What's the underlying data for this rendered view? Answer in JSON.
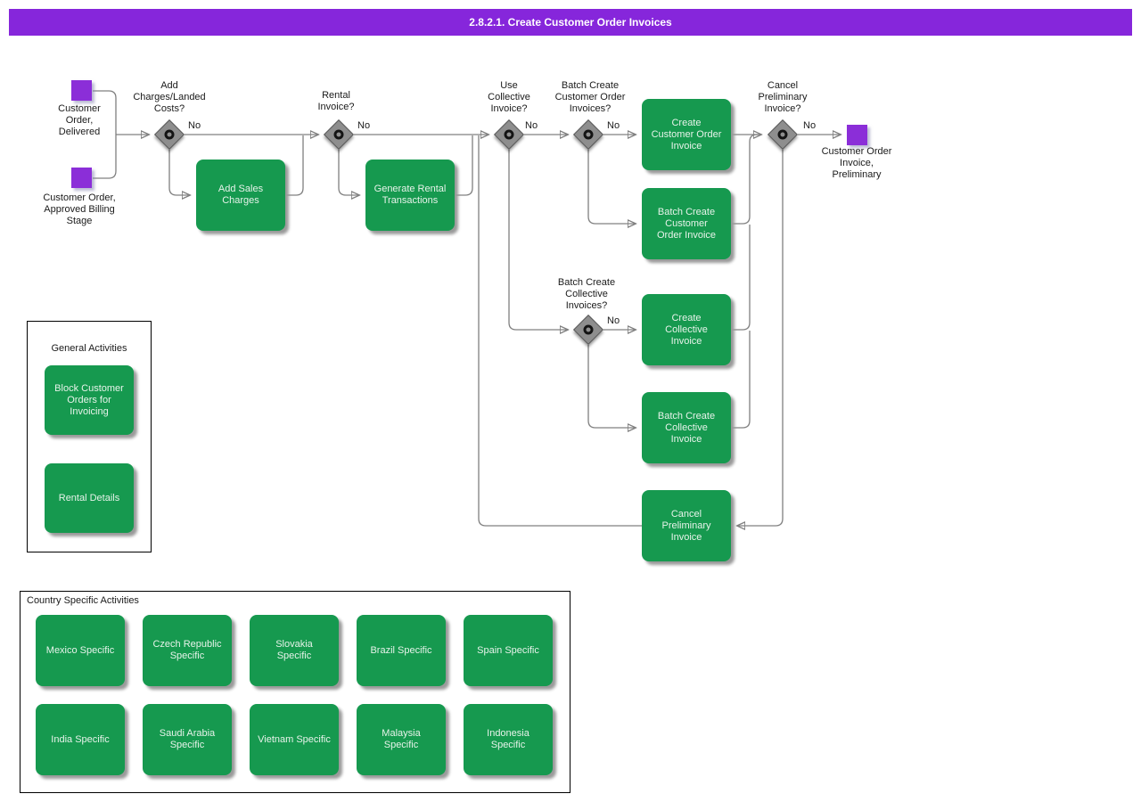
{
  "header": {
    "title": "2.8.2.1. Create Customer Order Invoices"
  },
  "colors": {
    "title_bar_purple": "#8626db",
    "event_node_purple": "#8b2ed8",
    "activity_green": "#16994f",
    "connector_gray": "#808080"
  },
  "events": {
    "start_delivered": "Customer\nOrder,\nDelivered",
    "start_approved": "Customer Order,\nApproved Billing\nStage",
    "end_preliminary": "Customer Order\nInvoice,\nPreliminary"
  },
  "decisions": [
    {
      "label": "Add\nCharges/Landed\nCosts?",
      "no_label": "No"
    },
    {
      "label": "Rental\nInvoice?",
      "no_label": "No"
    },
    {
      "label": "Use\nCollective\nInvoice?",
      "no_label": "No"
    },
    {
      "label": "Batch Create\nCustomer Order\nInvoices?",
      "no_label": "No"
    },
    {
      "label": "Batch Create\nCollective\nInvoices?",
      "no_label": "No"
    },
    {
      "label": "Cancel\nPreliminary\nInvoice?",
      "no_label": "No"
    }
  ],
  "activities": {
    "add_sales_charges": "Add Sales\nCharges",
    "generate_rental_transactions": "Generate Rental\nTransactions",
    "create_customer_order_invoice": "Create\nCustomer Order\nInvoice",
    "batch_create_customer_order_invoice": "Batch Create\nCustomer\nOrder Invoice",
    "create_collective_invoice": "Create\nCollective\nInvoice",
    "batch_create_collective_invoice": "Batch Create\nCollective\nInvoice",
    "cancel_preliminary_invoice": "Cancel\nPreliminary\nInvoice"
  },
  "general_group": {
    "title": "General Activities",
    "items": [
      "Block Customer\nOrders for\nInvoicing",
      "Rental Details"
    ]
  },
  "country_group": {
    "title": "Country Specific Activities",
    "items": [
      "Mexico Specific",
      "Czech Republic\nSpecific",
      "Slovakia\nSpecific",
      "Brazil Specific",
      "Spain Specific",
      "India Specific",
      "Saudi Arabia\nSpecific",
      "Vietnam Specific",
      "Malaysia\nSpecific",
      "Indonesia\nSpecific"
    ]
  }
}
